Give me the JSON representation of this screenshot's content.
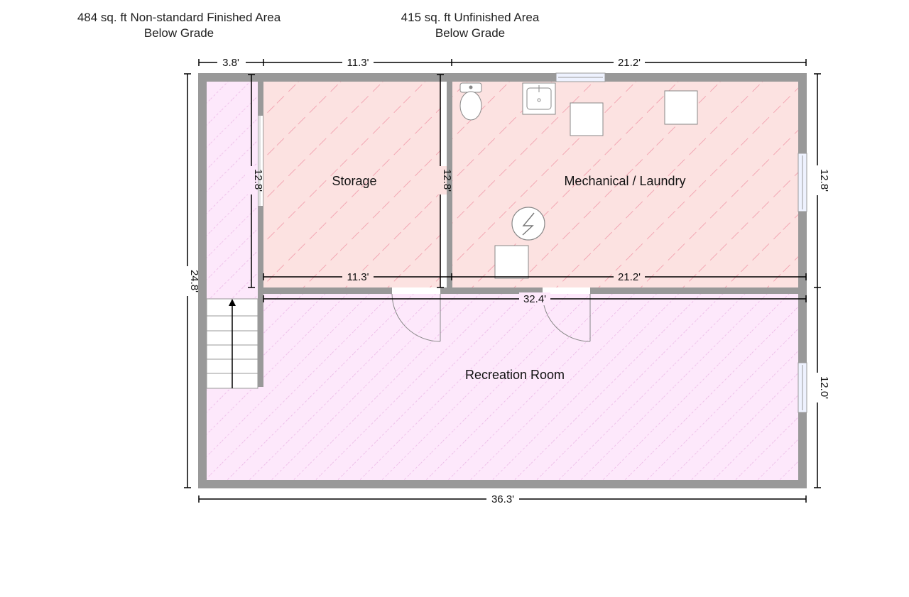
{
  "legend": {
    "finished": {
      "area": "484 sq. ft Non-standard Finished Area",
      "grade": "Below Grade"
    },
    "unfinished": {
      "area": "415 sq. ft Unfinished Area",
      "grade": "Below Grade"
    }
  },
  "rooms": {
    "storage": "Storage",
    "mechanical": "Mechanical / Laundry",
    "recreation": "Recreation Room"
  },
  "dimensions": {
    "top_hall": "3.8'",
    "top_storage": "11.3'",
    "top_mechanical": "21.2'",
    "left_total": "24.8'",
    "right_upper": "12.8'",
    "right_lower": "12.0'",
    "bottom_total": "36.3'",
    "storage_bottom": "11.3'",
    "mechanical_bottom": "21.2'",
    "rec_width": "32.4'",
    "hall_height": "12.8'",
    "storage_height": "12.8'"
  },
  "colors": {
    "wall": "#999999",
    "finished_fill": "#fde8fb",
    "finished_hatch": "#e9b3e4",
    "unfinished_fill": "#fce2e1",
    "unfinished_hatch": "#f3a7b4",
    "window": "#eef2ff"
  }
}
